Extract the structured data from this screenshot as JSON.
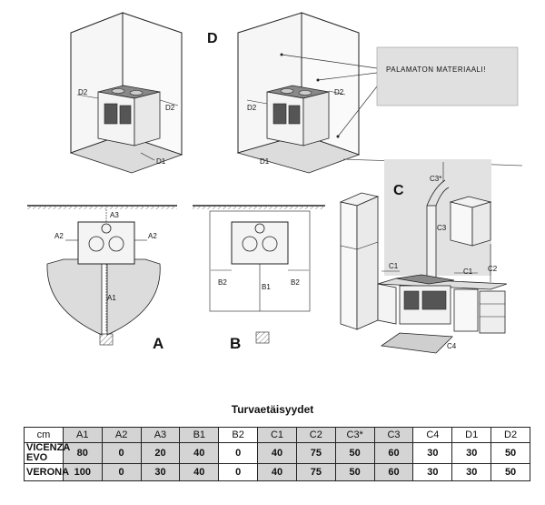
{
  "labels": {
    "view_a": "A",
    "view_b": "B",
    "view_c": "C",
    "view_d": "D",
    "a1": "A1",
    "a2": "A2",
    "a3": "A3",
    "b1": "B1",
    "b2": "B2",
    "c1": "C1",
    "c2": "C2",
    "c3": "C3",
    "c3_star": "C3*",
    "c4": "C4",
    "d1": "D1",
    "d2": "D2",
    "warning": "PALAMATON MATERIAALI!"
  },
  "table": {
    "title": "Turvaetäisyydet",
    "header": [
      "cm",
      "A1",
      "A2",
      "A3",
      "B1",
      "B2",
      "C1",
      "C2",
      "C3*",
      "C3",
      "C4",
      "D1",
      "D2"
    ],
    "shaded_columns": [
      1,
      2,
      3,
      4,
      6,
      7,
      8,
      9
    ],
    "rows": [
      {
        "model": "VICENZA EVO",
        "values": [
          "80",
          "0",
          "20",
          "40",
          "0",
          "40",
          "75",
          "50",
          "60",
          "30",
          "30",
          "50"
        ]
      },
      {
        "model": "VERONA",
        "values": [
          "100",
          "0",
          "30",
          "40",
          "0",
          "40",
          "75",
          "50",
          "60",
          "30",
          "30",
          "50"
        ]
      }
    ]
  },
  "colors": {
    "hatch_gray": "#d6d6d6",
    "wall_gray": "#e2e2e2",
    "shade": "#d4d4d4"
  }
}
